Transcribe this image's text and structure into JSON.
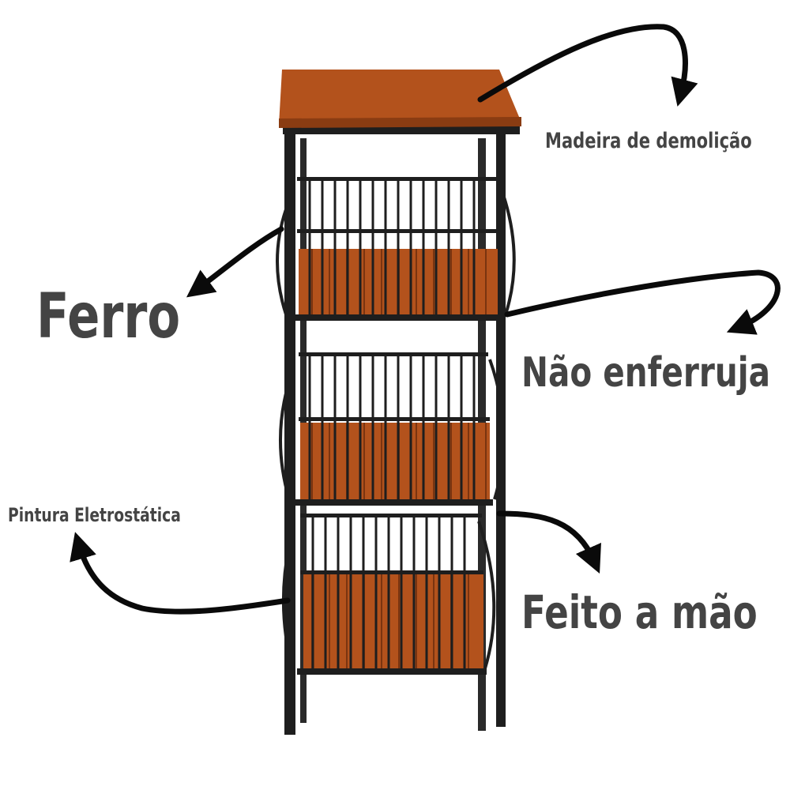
{
  "labels": {
    "madeira": "Madeira de demolição",
    "ferro": "Ferro",
    "nao_enferruja": "Não enferruja",
    "pintura": "Pintura Eletrostática",
    "feito": "Feito a mão"
  },
  "colors": {
    "wood": "#b3521c",
    "wood_dark": "#7a3410",
    "iron": "#1e1e1e",
    "label_text": "#444444",
    "arrow": "#0a0a0a",
    "background": "#ffffff"
  }
}
